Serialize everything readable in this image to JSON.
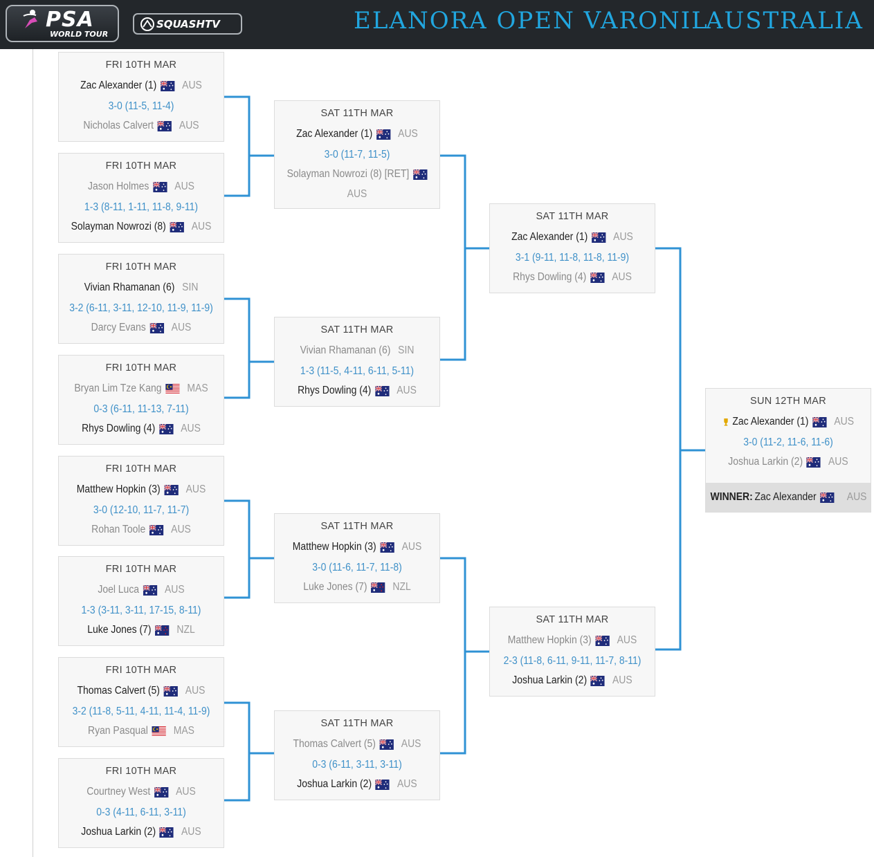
{
  "header": {
    "psa_logo_text": "PSA",
    "psa_logo_sub": "WORLD TOUR",
    "squashtv_logo_text": "SQUASHTV",
    "title": "ELANORA OPEN VARONIL",
    "country": "AUSTRALIA"
  },
  "colors": {
    "header_bg": "#23272b",
    "title": "#21a6df",
    "connector": "#2f92d4",
    "score": "#3e90c8"
  },
  "round1": [
    {
      "date": "FRI 10TH MAR",
      "p1": "Zac Alexander (1)",
      "p1_country": "AUS",
      "p1_flag": "aus-flag",
      "score": "3-0  (11-5, 11-4)",
      "p2": "Nicholas Calvert",
      "p2_country": "AUS",
      "p2_flag": "aus-flag",
      "winner": 1
    },
    {
      "date": "FRI 10TH MAR",
      "p1": "Jason Holmes",
      "p1_country": "AUS",
      "p1_flag": "aus-flag",
      "score": "1-3  (8-11, 1-11, 11-8, 9-11)",
      "p2": "Solayman Nowrozi (8)",
      "p2_country": "AUS",
      "p2_flag": "aus-flag",
      "winner": 2
    },
    {
      "date": "FRI 10TH MAR",
      "p1": "Vivian Rhamanan (6)",
      "p1_country": "SIN",
      "p1_flag": "",
      "score": "3-2  (6-11, 3-11, 12-10, 11-9, 11-9)",
      "p2": "Darcy Evans",
      "p2_country": "AUS",
      "p2_flag": "aus-flag",
      "winner": 1
    },
    {
      "date": "FRI 10TH MAR",
      "p1": "Bryan Lim Tze Kang",
      "p1_country": "MAS",
      "p1_flag": "mas-flag",
      "score": "0-3  (6-11, 11-13, 7-11)",
      "p2": "Rhys Dowling (4)",
      "p2_country": "AUS",
      "p2_flag": "aus-flag",
      "winner": 2
    },
    {
      "date": "FRI 10TH MAR",
      "p1": "Matthew Hopkin (3)",
      "p1_country": "AUS",
      "p1_flag": "aus-flag",
      "score": "3-0  (12-10, 11-7, 11-7)",
      "p2": "Rohan Toole",
      "p2_country": "AUS",
      "p2_flag": "aus-flag",
      "winner": 1
    },
    {
      "date": "FRI 10TH MAR",
      "p1": "Joel Luca",
      "p1_country": "AUS",
      "p1_flag": "aus-flag",
      "score": "1-3  (3-11, 3-11, 17-15, 8-11)",
      "p2": "Luke Jones (7)",
      "p2_country": "NZL",
      "p2_flag": "nzl-flag",
      "winner": 2
    },
    {
      "date": "FRI 10TH MAR",
      "p1": "Thomas Calvert (5)",
      "p1_country": "AUS",
      "p1_flag": "aus-flag",
      "score": "3-2  (11-8, 5-11, 4-11, 11-4, 11-9)",
      "p2": "Ryan Pasqual",
      "p2_country": "MAS",
      "p2_flag": "mas-flag",
      "winner": 1
    },
    {
      "date": "FRI 10TH MAR",
      "p1": "Courtney West",
      "p1_country": "AUS",
      "p1_flag": "aus-flag",
      "score": "0-3  (4-11, 6-11, 3-11)",
      "p2": "Joshua Larkin (2)",
      "p2_country": "AUS",
      "p2_flag": "aus-flag",
      "winner": 2
    }
  ],
  "quarterfinals": [
    {
      "date": "SAT 11TH MAR",
      "p1": "Zac Alexander (1)",
      "p1_country": "AUS",
      "p1_flag": "aus-flag",
      "score": "3-0  (11-7, 11-5)",
      "p2": "Solayman Nowrozi (8) [RET]",
      "p2_country": "AUS",
      "p2_flag": "aus-flag",
      "winner": 1
    },
    {
      "date": "SAT 11TH MAR",
      "p1": "Vivian Rhamanan (6)",
      "p1_country": "SIN",
      "p1_flag": "",
      "score": "1-3  (11-5, 4-11, 6-11, 5-11)",
      "p2": "Rhys Dowling (4)",
      "p2_country": "AUS",
      "p2_flag": "aus-flag",
      "winner": 2
    },
    {
      "date": "SAT 11TH MAR",
      "p1": "Matthew Hopkin (3)",
      "p1_country": "AUS",
      "p1_flag": "aus-flag",
      "score": "3-0  (11-6, 11-7, 11-8)",
      "p2": "Luke Jones (7)",
      "p2_country": "NZL",
      "p2_flag": "nzl-flag",
      "winner": 1
    },
    {
      "date": "SAT 11TH MAR",
      "p1": "Thomas Calvert (5)",
      "p1_country": "AUS",
      "p1_flag": "aus-flag",
      "score": "0-3  (6-11, 3-11, 3-11)",
      "p2": "Joshua Larkin (2)",
      "p2_country": "AUS",
      "p2_flag": "aus-flag",
      "winner": 2
    }
  ],
  "semifinals": [
    {
      "date": "SAT 11TH MAR",
      "p1": "Zac Alexander (1)",
      "p1_country": "AUS",
      "p1_flag": "aus-flag",
      "score": "3-1  (9-11, 11-8, 11-8, 11-9)",
      "p2": "Rhys Dowling (4)",
      "p2_country": "AUS",
      "p2_flag": "aus-flag",
      "winner": 1
    },
    {
      "date": "SAT 11TH MAR",
      "p1": "Matthew Hopkin (3)",
      "p1_country": "AUS",
      "p1_flag": "aus-flag",
      "score": "2-3  (11-8, 6-11, 9-11, 11-7, 8-11)",
      "p2": "Joshua Larkin (2)",
      "p2_country": "AUS",
      "p2_flag": "aus-flag",
      "winner": 2
    }
  ],
  "final": {
    "date": "SUN 12TH MAR",
    "p1": "Zac Alexander (1)",
    "p1_country": "AUS",
    "p1_flag": "aus-flag",
    "score": "3-0  (11-2, 11-6, 11-6)",
    "p2": "Joshua Larkin (2)",
    "p2_country": "AUS",
    "p2_flag": "aus-flag",
    "winner": 1,
    "trophy_icon": "trophy-icon",
    "winner_label": "WINNER:",
    "winner_name": "Zac Alexander",
    "winner_country": "AUS",
    "winner_flag": "aus-flag"
  }
}
